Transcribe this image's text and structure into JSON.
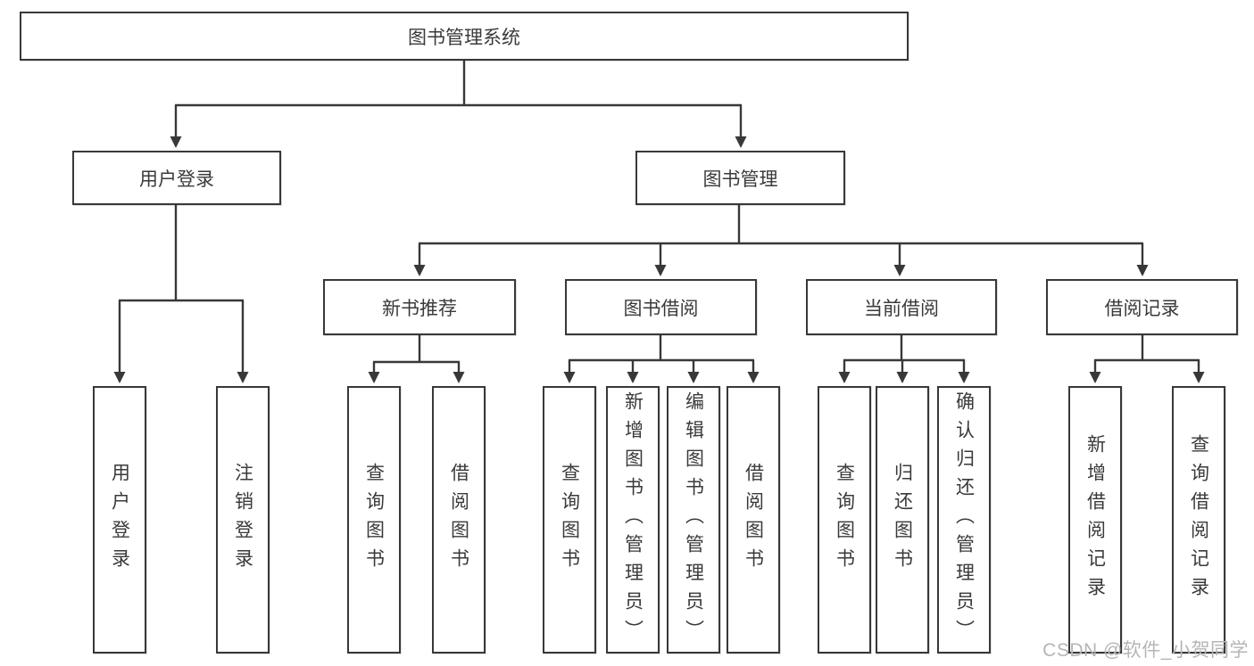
{
  "diagram": {
    "title": "图书管理系统",
    "watermark": "CSDN @软件_小贺同学",
    "colors": {
      "line": "#383838",
      "box_border": "#383838",
      "text": "#3a3a3a",
      "background": "#ffffff",
      "watermark": "#b5b5b5"
    },
    "nodes": {
      "root": {
        "label": "图书管理系统"
      },
      "user_login": {
        "label": "用户登录"
      },
      "book_mgmt": {
        "label": "图书管理"
      },
      "new_book": {
        "label": "新书推荐"
      },
      "book_borrow": {
        "label": "图书借阅"
      },
      "cur_borrow": {
        "label": "当前借阅"
      },
      "borrow_rec": {
        "label": "借阅记录"
      },
      "leaf_user_login": {
        "label": "用户登录"
      },
      "leaf_logout": {
        "label": "注销登录"
      },
      "leaf_query_book_a": {
        "label": "查询图书"
      },
      "leaf_borrow_book_a": {
        "label": "借阅图书"
      },
      "leaf_query_book_b": {
        "label": "查询图书"
      },
      "leaf_add_book": {
        "label": "新增图书（管理员）"
      },
      "leaf_edit_book": {
        "label": "编辑图书（管理员）"
      },
      "leaf_borrow_book_b": {
        "label": "借阅图书"
      },
      "leaf_query_book_c": {
        "label": "查询图书"
      },
      "leaf_return_book": {
        "label": "归还图书"
      },
      "leaf_confirm_return": {
        "label": "确认归还（管理员）"
      },
      "leaf_add_record": {
        "label": "新增借阅记录"
      },
      "leaf_query_record": {
        "label": "查询借阅记录"
      }
    },
    "hierarchy": {
      "图书管理系统": {
        "用户登录": [
          "用户登录",
          "注销登录"
        ],
        "图书管理": {
          "新书推荐": [
            "查询图书",
            "借阅图书"
          ],
          "图书借阅": [
            "查询图书",
            "新增图书（管理员）",
            "编辑图书（管理员）",
            "借阅图书"
          ],
          "当前借阅": [
            "查询图书",
            "归还图书",
            "确认归还（管理员）"
          ],
          "借阅记录": [
            "新增借阅记录",
            "查询借阅记录"
          ]
        }
      }
    }
  }
}
